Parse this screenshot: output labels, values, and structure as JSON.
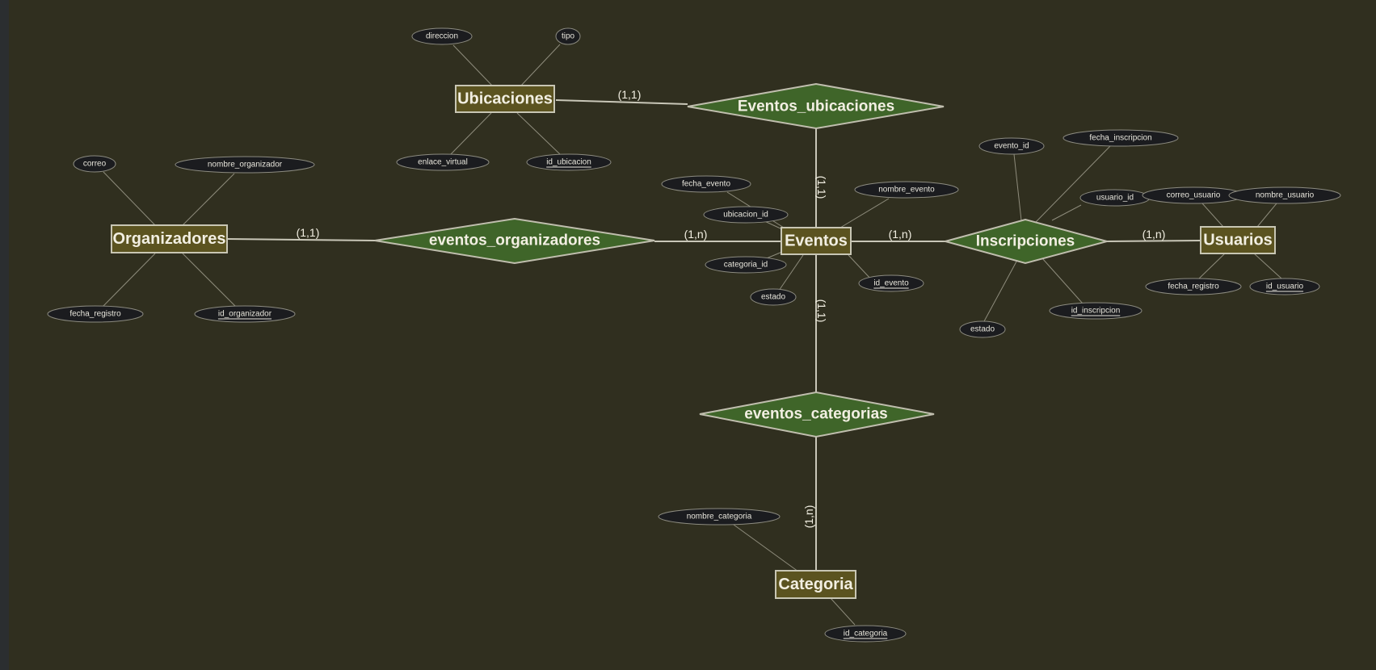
{
  "entities": {
    "ubicaciones": "Ubicaciones",
    "organizadores": "Organizadores",
    "eventos": "Eventos",
    "usuarios": "Usuarios",
    "categoria": "Categoria"
  },
  "relationships": {
    "eventos_ubicaciones": "Eventos_ubicaciones",
    "eventos_organizadores": "eventos_organizadores",
    "inscripciones": "Inscripciones",
    "eventos_categorias": "eventos_categorias"
  },
  "attributes": {
    "ubicaciones_direccion": "direccion",
    "ubicaciones_tipo": "tipo",
    "ubicaciones_enlace_virtual": "enlace_virtual",
    "ubicaciones_id_ubicacion": "id_ubicacion",
    "organizadores_correo": "correo",
    "organizadores_nombre_organizador": "nombre_organizador",
    "organizadores_fecha_registro": "fecha_registro",
    "organizadores_id_organizador": "id_organizador",
    "eventos_fecha_evento": "fecha_evento",
    "eventos_nombre_evento": "nombre_evento",
    "eventos_ubicacion_id": "ubicacion_id",
    "eventos_categoria_id": "categoria_id",
    "eventos_id_evento": "id_evento",
    "eventos_estado": "estado",
    "inscripciones_evento_id": "evento_id",
    "inscripciones_fecha_inscripcion": "fecha_inscripcion",
    "inscripciones_usuario_id": "usuario_id",
    "inscripciones_id_inscripcion": "id_inscripcion",
    "inscripciones_estado": "estado",
    "usuarios_correo_usuario": "correo_usuario",
    "usuarios_nombre_usuario": "nombre_usuario",
    "usuarios_fecha_registro": "fecha_registro",
    "usuarios_id_usuario": "id_usuario",
    "categoria_nombre_categoria": "nombre_categoria",
    "categoria_id_categoria": "id_categoria"
  },
  "cardinalities": {
    "ubicaciones_to_eventos_ubicaciones": "(1,1)",
    "eventos_ubicaciones_to_eventos": "(1,1)",
    "organizadores_to_eventos_organizadores": "(1,1)",
    "eventos_organizadores_to_eventos": "(1,n)",
    "eventos_to_inscripciones": "(1,n)",
    "inscripciones_to_usuarios": "(1,n)",
    "eventos_to_eventos_categorias": "(1,1)",
    "eventos_categorias_to_categoria": "(1,n)"
  }
}
